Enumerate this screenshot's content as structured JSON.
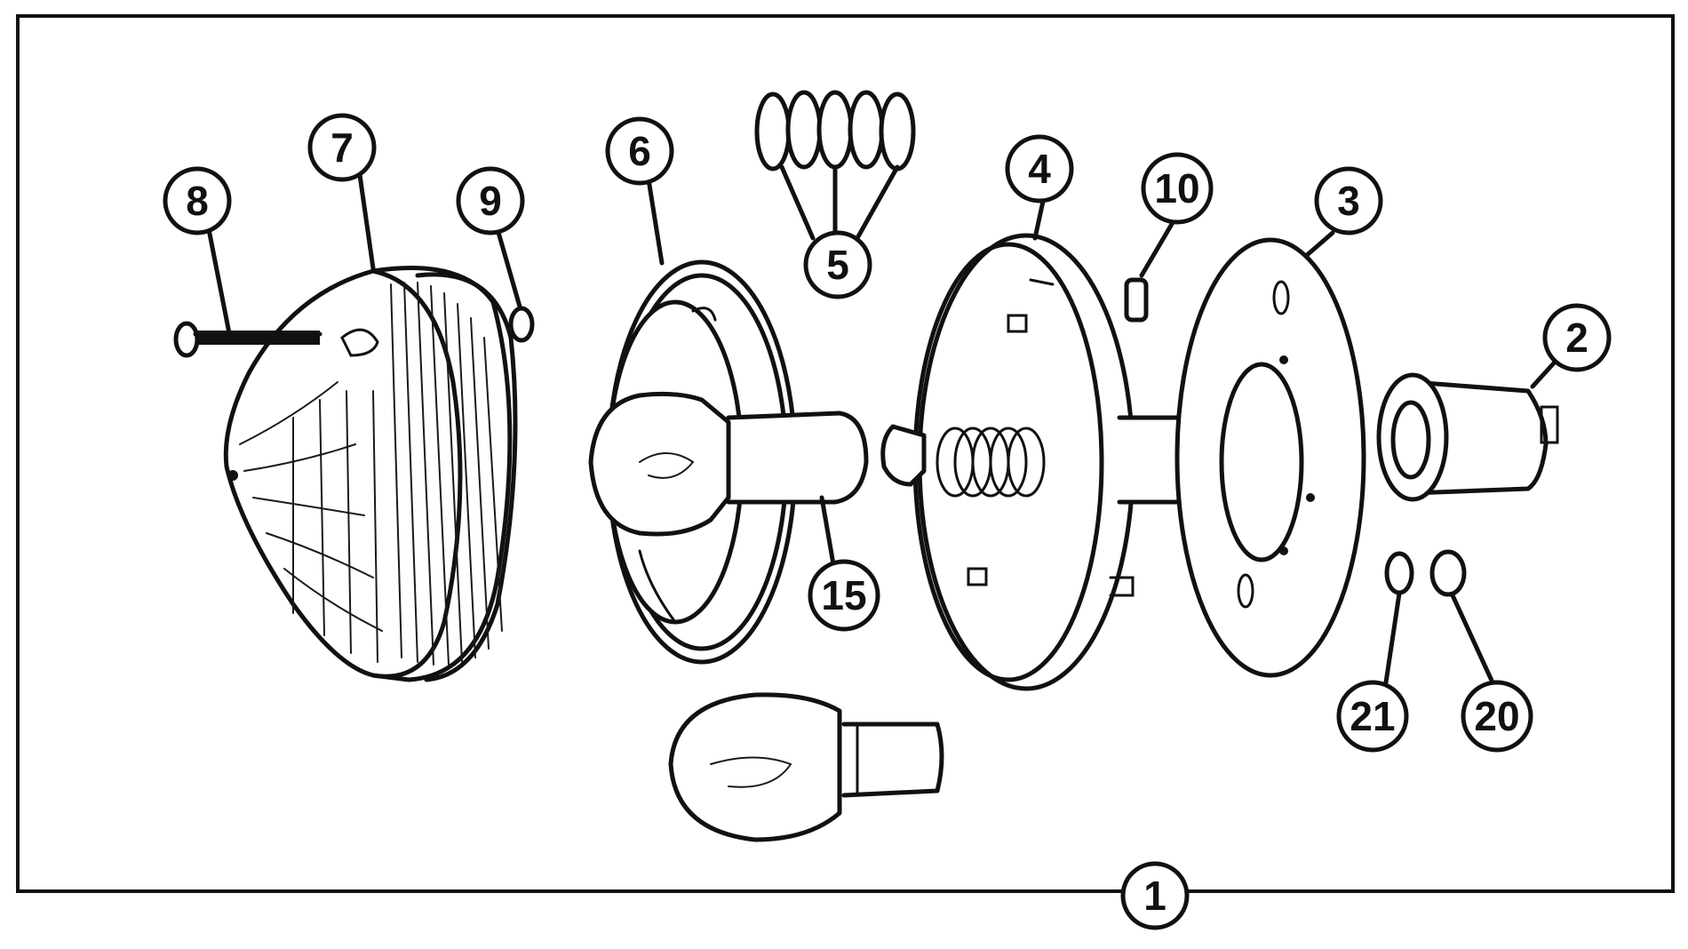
{
  "diagram": {
    "type": "exploded-parts-diagram",
    "colors": {
      "ink": "#111111",
      "paper": "#ffffff"
    },
    "callouts": [
      {
        "id": "c1",
        "label": "1",
        "part": "lamp-assembly-frame"
      },
      {
        "id": "c2",
        "label": "2",
        "part": "bulb-holder-socket"
      },
      {
        "id": "c3",
        "label": "3",
        "part": "mounting-plate"
      },
      {
        "id": "c4",
        "label": "4",
        "part": "lamp-body"
      },
      {
        "id": "c5",
        "label": "5",
        "part": "contact-springs"
      },
      {
        "id": "c6",
        "label": "6",
        "part": "lens-rim"
      },
      {
        "id": "c7",
        "label": "7",
        "part": "lens"
      },
      {
        "id": "c8",
        "label": "8",
        "part": "lens-screw"
      },
      {
        "id": "c9",
        "label": "9",
        "part": "small-washer"
      },
      {
        "id": "c10",
        "label": "10",
        "part": "grub-screw"
      },
      {
        "id": "c15",
        "label": "15",
        "part": "bulb"
      },
      {
        "id": "c20",
        "label": "20",
        "part": "nut"
      },
      {
        "id": "c21",
        "label": "21",
        "part": "spring-washer"
      }
    ]
  }
}
